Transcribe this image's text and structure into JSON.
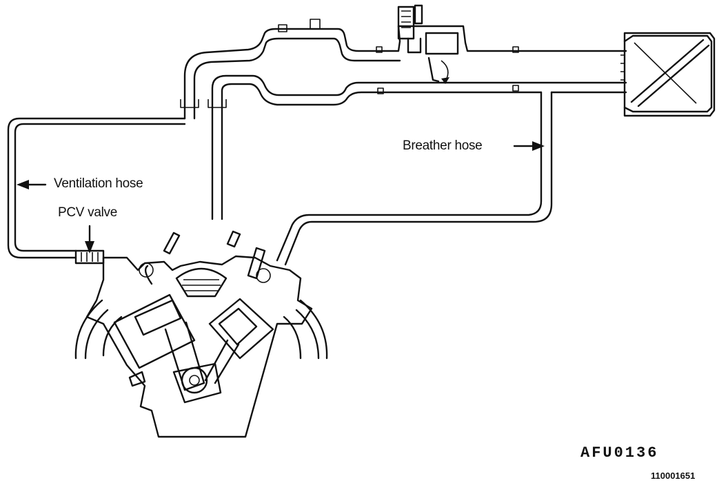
{
  "labels": {
    "ventilation_hose": "Ventilation hose",
    "pcv_valve": "PCV valve",
    "breather_hose": "Breather hose",
    "figure_code": "AFU0136",
    "figure_number": "110001651"
  },
  "colors": {
    "line": "#111111",
    "background": "#ffffff"
  },
  "icons": {
    "ventilation_arrow": "arrow-left-icon",
    "breather_arrow": "arrow-right-icon",
    "pcv_arrow": "arrow-down-icon"
  }
}
